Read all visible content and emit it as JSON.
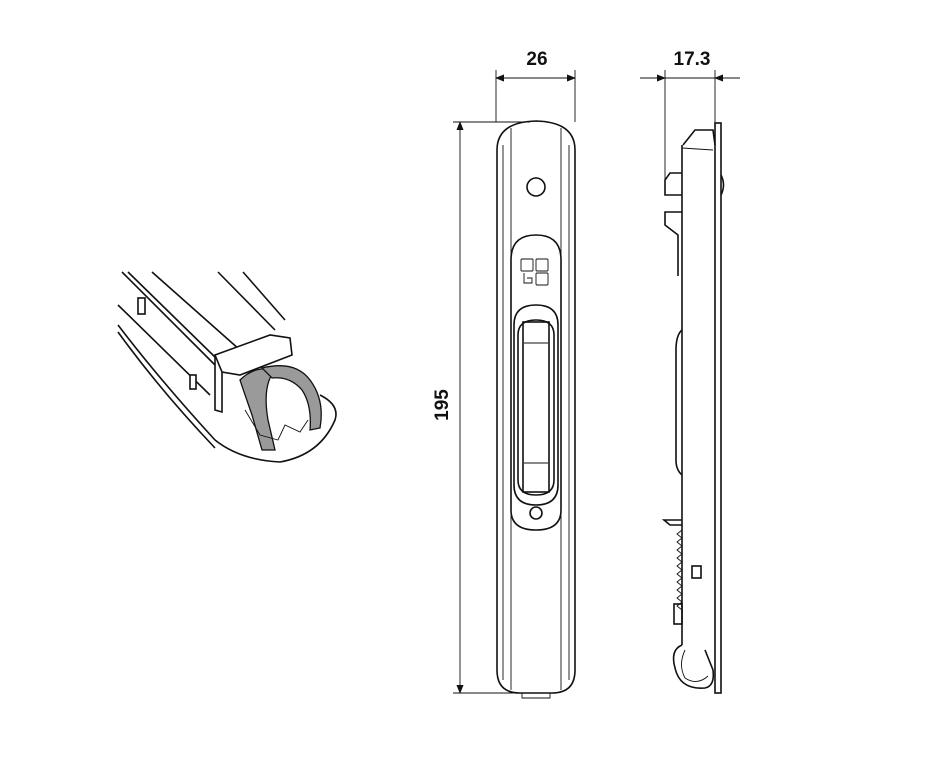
{
  "drawing": {
    "dimensions": {
      "width": "26",
      "depth": "17.3",
      "height": "195"
    },
    "colors": {
      "line": "#111111",
      "strap_fill": "#9a9a9a",
      "background": "#ffffff"
    }
  }
}
